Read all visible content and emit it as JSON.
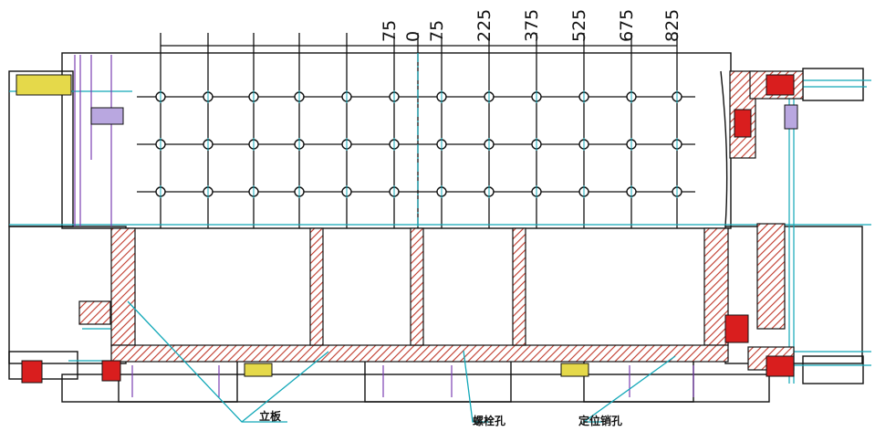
{
  "drawing": {
    "dimension_labels": [
      "75",
      "0",
      "75",
      "225",
      "375",
      "525",
      "675",
      "825"
    ],
    "callouts": {
      "vertical_plate": "立板",
      "bolt_hole": "螺栓孔",
      "locating_pin_hole": "定位销孔"
    },
    "hole_grid": {
      "rows": 3,
      "columns": 12
    },
    "colors": {
      "outline": "#111111",
      "hatch": "#c0392b",
      "centerline": "#12a8b8",
      "purple": "#7b3fb2",
      "yellow": "#e5d94a",
      "red": "#d91e1e"
    }
  }
}
